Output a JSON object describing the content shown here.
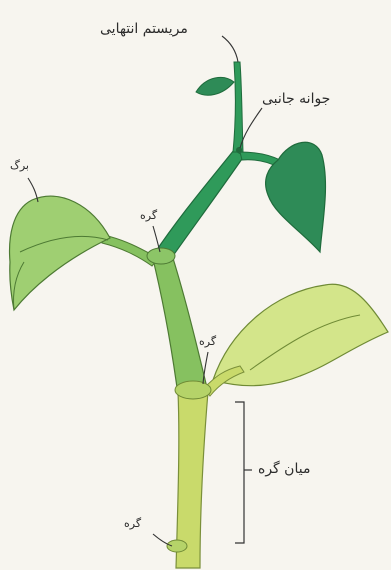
{
  "labels": {
    "apical_meristem": "مریستم انتهایی",
    "lateral_bud": "جوانه جانبی",
    "leaf": "برگ",
    "node": "گره",
    "internode": "میان گره"
  },
  "colors": {
    "background": "#f7f5ef",
    "stem_dark": "#2f9a5a",
    "stem_mid": "#86c160",
    "stem_light": "#c9da6b",
    "leaf_dark": "#2e8b57",
    "leaf_mid": "#9fcf72",
    "leaf_light": "#d3e58a",
    "outline": "#44613a",
    "leader": "#333333"
  }
}
